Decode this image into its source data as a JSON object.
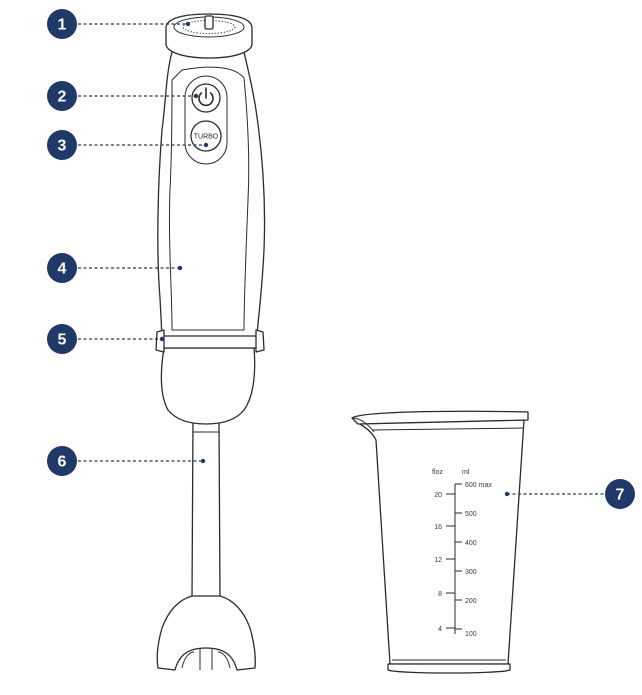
{
  "callouts": [
    {
      "number": "1"
    },
    {
      "number": "2"
    },
    {
      "number": "3"
    },
    {
      "number": "4"
    },
    {
      "number": "5"
    },
    {
      "number": "6"
    },
    {
      "number": "7"
    }
  ],
  "blender": {
    "turbo_label": "TURBO"
  },
  "beaker": {
    "floz_header": "floz",
    "ml_header": "ml",
    "floz_ticks": [
      "20",
      "16",
      "12",
      "8",
      "4"
    ],
    "ml_ticks": [
      "600 max",
      "500",
      "400",
      "300",
      "200",
      "100"
    ]
  },
  "colors": {
    "callout": "#1f3a68",
    "line": "#2b2b2b"
  }
}
